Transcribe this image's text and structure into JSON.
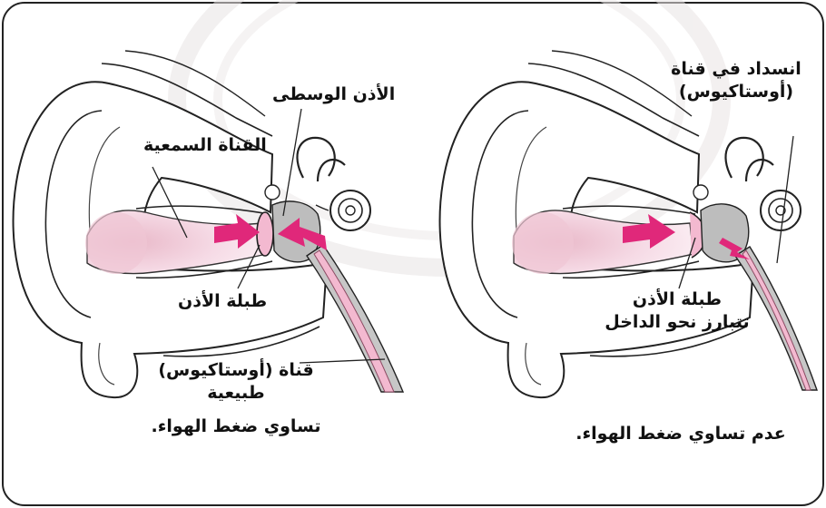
{
  "colors": {
    "arrow": "#e0287a",
    "canal": "#f6dbe6",
    "tube": "#f3b9d0",
    "outline": "#222222",
    "background": "#ffffff",
    "watermark": "#e9e4e4"
  },
  "left_panel": {
    "middle_ear": "الأذن الوسطى",
    "ear_canal": "القناة السمعية",
    "eardrum": "طبلة الأذن",
    "tube_line1": "قناة (أوستاكيوس)",
    "tube_line2": "طبيعية",
    "caption": "تساوي ضغط الهواء."
  },
  "right_panel": {
    "blockage_line1": "انسداد في قناة",
    "blockage_line2": "(أوستاكيوس)",
    "eardrum_line1": "طبلة الأذن",
    "eardrum_line2": "تتبارز نحو الداخل",
    "caption": "عدم تساوي ضغط الهواء."
  }
}
